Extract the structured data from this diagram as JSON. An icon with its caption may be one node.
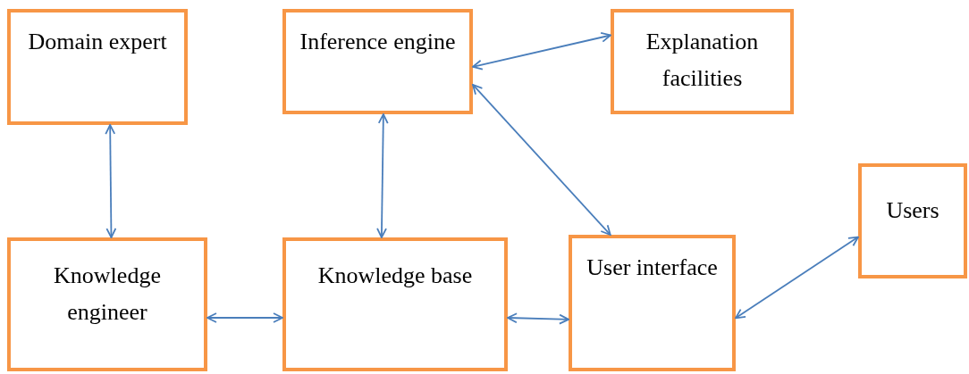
{
  "diagram": {
    "nodes": [
      {
        "text": [
          "Domain expert"
        ]
      },
      {
        "text": [
          "Inference engine"
        ]
      },
      {
        "text": [
          "Explanation facilities"
        ]
      },
      {
        "text": [
          "Users"
        ]
      },
      {
        "text": [
          "Knowledge engineer"
        ]
      },
      {
        "text": [
          "Knowledge base"
        ]
      },
      {
        "text": [
          "User interface"
        ]
      }
    ],
    "edges": [
      {
        "from": 0,
        "to": 4,
        "arrow": "both"
      },
      {
        "from": 1,
        "to": 5,
        "arrow": "both"
      },
      {
        "from": 1,
        "to": 2,
        "arrow": "both"
      },
      {
        "from": 1,
        "to": 6,
        "arrow": "both"
      },
      {
        "from": 4,
        "to": 5,
        "arrow": "both"
      },
      {
        "from": 5,
        "to": 6,
        "arrow": "both"
      },
      {
        "from": 6,
        "to": 3,
        "arrow": "both"
      }
    ]
  }
}
